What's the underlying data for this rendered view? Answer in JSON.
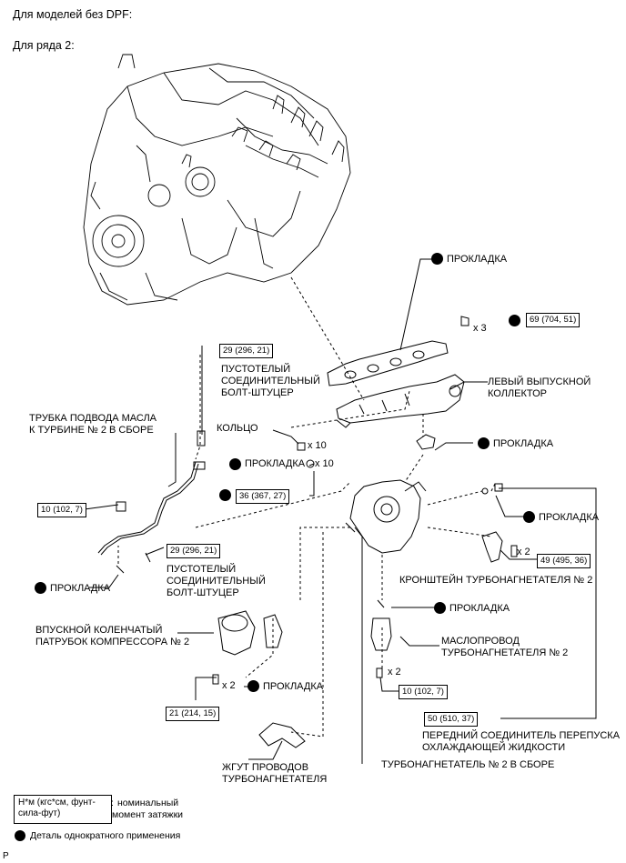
{
  "header": {
    "title": "Для моделей без DPF:",
    "subtitle": "Для ряда 2:"
  },
  "labels": {
    "gasket_top": "ПРОКЛАДКА",
    "nut_torque": "69 (704, 51)",
    "nut_count": "x 3",
    "union_bolt_torque_1": "29 (296, 21)",
    "union_bolt_1": [
      "ПУСТОТЕЛЫЙ",
      "СОЕДИНИТЕЛЬНЫЙ",
      "БОЛТ-ШТУЦЕР"
    ],
    "left_manifold": [
      "ЛЕВЫЙ ВЫПУСКНОЙ",
      "КОЛЛЕКТОР"
    ],
    "oil_tube": [
      "ТРУБКА ПОДВОДА МАСЛА",
      "К ТУРБИНЕ № 2 В СБОРЕ"
    ],
    "ring": "КОЛЬЦО",
    "ring_count": "x 10",
    "gasket_mid": "ПРОКЛАДКА",
    "gasket_mid_count": "x 10",
    "gasket_right_1": "ПРОКЛАДКА",
    "torque_36": "36 (367, 27)",
    "torque_10_a": "10 (102, 7)",
    "gasket_right_2": "ПРОКЛАДКА",
    "union_bolt_torque_2": "29 (296, 21)",
    "union_bolt_2": [
      "ПУСТОТЕЛЫЙ",
      "СОЕДИНИТЕЛЬНЫЙ",
      "БОЛТ-ШТУЦЕР"
    ],
    "gasket_left": "ПРОКЛАДКА",
    "bracket_count": "x 2",
    "torque_49": "49 (495, 36)",
    "bracket": "КРОНШТЕЙН ТУРБОНАГНЕТАТЕЛЯ № 2",
    "gasket_oil": "ПРОКЛАДКА",
    "intake_elbow": [
      "ВПУСКНОЙ КОЛЕНЧАТЫЙ",
      "ПАТРУБОК КОМПРЕССОРА № 2"
    ],
    "oil_pipe": [
      "МАСЛОПРОВОД",
      "ТУРБОНАГНЕТАТЕЛЯ № 2"
    ],
    "elbow_count": "x 2",
    "gasket_elbow": "ПРОКЛАДКА",
    "oil_pipe_count": "x 2",
    "torque_10_b": "10 (102, 7)",
    "torque_21": "21 (214, 15)",
    "torque_50": "50 (510, 37)",
    "coolant_bypass": [
      "ПЕРЕДНИЙ СОЕДИНИТЕЛЬ ПЕРЕПУСКА",
      "ОХЛАЖДАЮЩЕЙ ЖИДКОСТИ"
    ],
    "wire_harness": [
      "ЖГУТ ПРОВОДОВ",
      "ТУРБОНАГНЕТАТЕЛЯ"
    ],
    "turbo_assy": "ТУРБОНАГНЕТАТЕЛЬ № 2 В СБОРЕ"
  },
  "legend": {
    "torque_units": [
      "Н*м (кгс*см, фунт-",
      "сила-фут)"
    ],
    "torque_desc": [
      "номинальный",
      "момент затяжки"
    ],
    "torque_colon": ":",
    "non_reusable": "Деталь однократного применения"
  },
  "footer": {
    "code": "P"
  },
  "icons": {
    "non_reusable_marker": "filled-black-circle"
  }
}
